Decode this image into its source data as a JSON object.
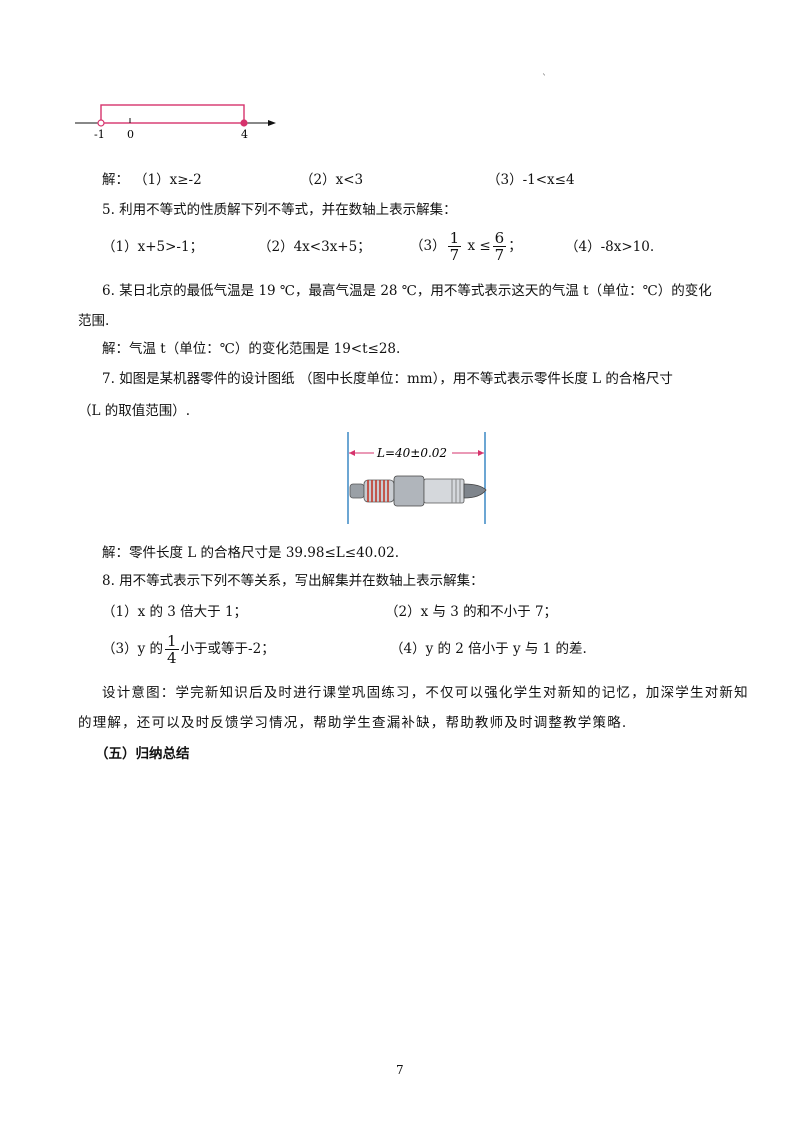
{
  "dot_mark": "`",
  "number_line": {
    "ticks": [
      "-1",
      "0",
      "4"
    ],
    "interval_from": -1,
    "interval_to": 4,
    "left_open": true,
    "right_closed": true
  },
  "answer_line": {
    "label": "解：",
    "a": "（1）x≥-2",
    "b": "（2）x<3",
    "c": "（3）-1<x≤4"
  },
  "q5": {
    "title": "5.  利用不等式的性质解下列不等式，并在数轴上表示解集：",
    "p1": "（1）x+5>-1；",
    "p2": "（2）4x<3x+5；",
    "p3_prefix": "（3）",
    "p3_num": "1",
    "p3_den": "7",
    "p3_mid": "x ≤",
    "p3_num2": "6",
    "p3_den2": "7",
    "p3_suffix": "；",
    "p4": "（4）-8x>10."
  },
  "q6": {
    "line1": "6.  某日北京的最低气温是 19 ℃，最高气温是 28 ℃，用不等式表示这天的气温 t（单位：℃）的变化",
    "line2": "范围.",
    "answer": "解：气温 t（单位：℃）的变化范围是 19<t≤28."
  },
  "q7": {
    "line1": "7.  如图是某机器零件的设计图纸 （图中长度单位：mm），用不等式表示零件长度 L 的合格尺寸",
    "line2": "（L 的取值范围）.",
    "figure_label": "L=40±0.02",
    "answer": "解：零件长度 L 的合格尺寸是 39.98≤L≤40.02."
  },
  "q8": {
    "title": "8.  用不等式表示下列不等关系，写出解集并在数轴上表示解集：",
    "p1": "（1）x 的 3 倍大于 1；",
    "p2": "（2）x 与 3 的和不小于 7；",
    "p3_prefix": "（3）y 的",
    "p3_num": "1",
    "p3_den": "4",
    "p3_suffix": "小于或等于-2；",
    "p4": "（4）y 的 2 倍小于 y 与 1 的差."
  },
  "design": {
    "line1": "设计意图：学完新知识后及时进行课堂巩固练习，不仅可以强化学生对新知的记忆，加深学生对新知",
    "line2": "的理解，还可以及时反馈学习情况，帮助学生查漏补缺，帮助教师及时调整教学策略."
  },
  "section_title": "（五）归纳总结",
  "page_number": "7"
}
